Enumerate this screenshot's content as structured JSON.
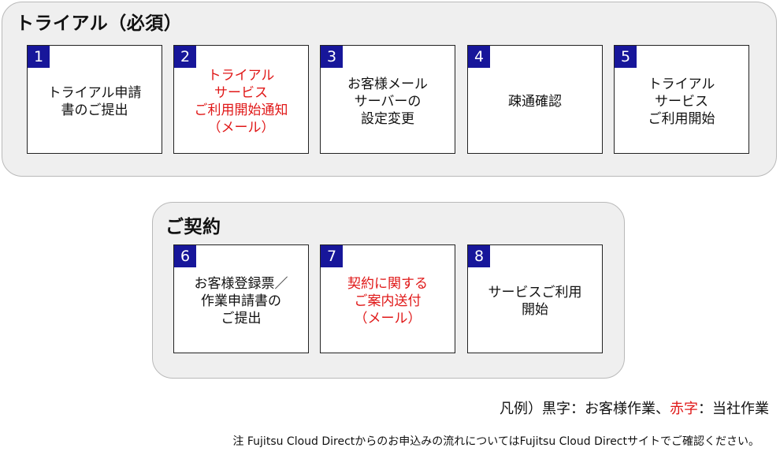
{
  "trial": {
    "title": "トライアル（必須）",
    "steps": [
      {
        "num": "1",
        "label": "トライアル申請\n書のご提出"
      },
      {
        "num": "2",
        "label": "トライアル\nサービス\nご利用開始通知\n（メール）"
      },
      {
        "num": "3",
        "label": "お客様メール\nサーバーの\n設定変更"
      },
      {
        "num": "4",
        "label": "疎通確認"
      },
      {
        "num": "5",
        "label": "トライアル\nサービス\nご利用開始"
      }
    ]
  },
  "contract": {
    "title": "ご契約",
    "steps": [
      {
        "num": "6",
        "label": "お客様登録票／\n作業申請書の\nご提出"
      },
      {
        "num": "7",
        "label": "契約に関する\nご案内送付\n（メール）"
      },
      {
        "num": "8",
        "label": "サービスご利用\n開始"
      }
    ]
  },
  "legend": {
    "prefix": "凡例）黒字：お客様作業、",
    "red_word": "赤字",
    "suffix": "：当社作業"
  },
  "note": "注 Fujitsu Cloud Directからのお申込みの流れについてはFujitsu Cloud Directサイトでご確認ください。",
  "colors": {
    "number_badge": "#17169a",
    "company_task_text": "#e01818",
    "group_background": "#efefef"
  }
}
